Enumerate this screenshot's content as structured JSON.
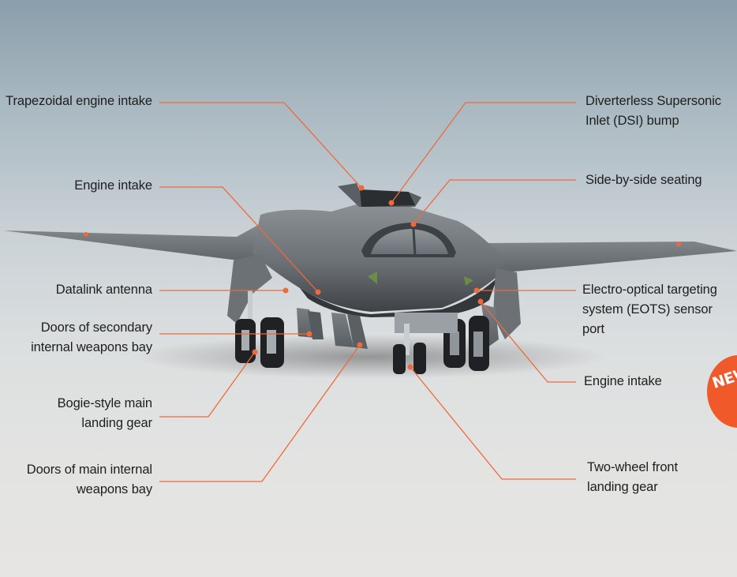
{
  "labels": {
    "trapezoidal_intake": "Trapezoidal engine intake",
    "engine_intake_left": "Engine intake",
    "datalink_antenna": "Datalink antenna",
    "secondary_bay_doors": "Doors of secondary\ninternal weapons bay",
    "bogie_landing_gear": "Bogie-style main\nlanding gear",
    "main_bay_doors": "Doors of main internal\nweapons bay",
    "dsi_bump": "Diverterless Supersonic\nInlet (DSI) bump",
    "side_by_side_seating": "Side-by-side seating",
    "eots_port": "Electro-optical targeting\nsystem (EOTS) sensor port",
    "engine_intake_right": "Engine intake",
    "front_landing_gear": "Two-wheel front\nlanding gear"
  },
  "badge": {
    "text": "NEW"
  },
  "colors": {
    "leader": "#ee6a3b",
    "badge": "#f0592a",
    "airframe": "#6f7479"
  }
}
